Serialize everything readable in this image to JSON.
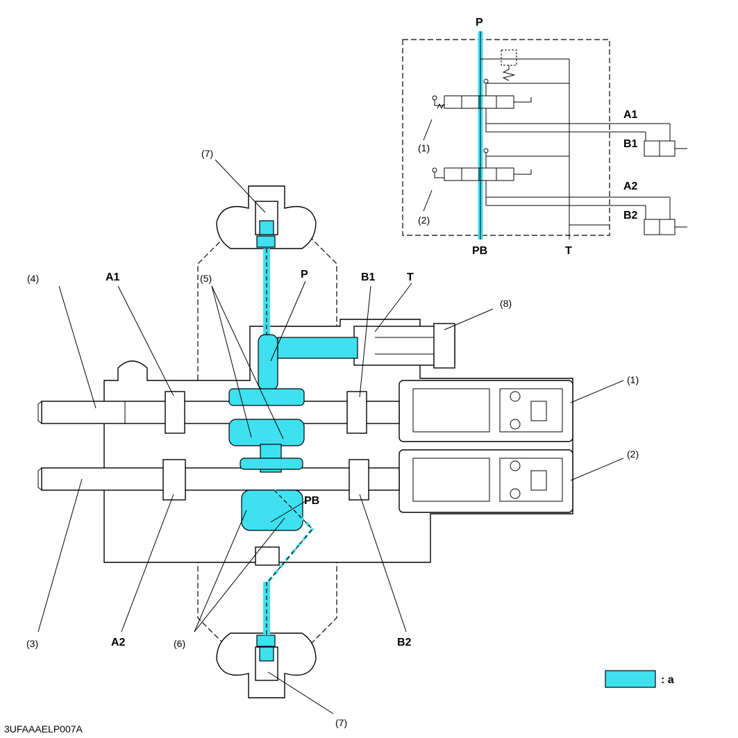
{
  "schematic": {
    "port_p": "P",
    "port_pb": "PB",
    "port_t": "T",
    "port_a1": "A1",
    "port_b1": "B1",
    "port_a2": "A2",
    "port_b2": "B2",
    "callout_1": "(1)",
    "callout_2": "(2)"
  },
  "sectional": {
    "callout_1": "(1)",
    "callout_2": "(2)",
    "callout_3": "(3)",
    "callout_4": "(4)",
    "callout_5": "(5)",
    "callout_6": "(6)",
    "callout_7_top": "(7)",
    "callout_7_bottom": "(7)",
    "callout_8": "(8)",
    "port_a1": "A1",
    "port_a2": "A2",
    "port_b1": "B1",
    "port_b2": "B2",
    "port_p": "P",
    "port_pb": "PB",
    "port_t": "T"
  },
  "legend": {
    "label": ": a",
    "swatch_color": "#3fe0f0"
  },
  "figure_code": "3UFAAAELP007A"
}
